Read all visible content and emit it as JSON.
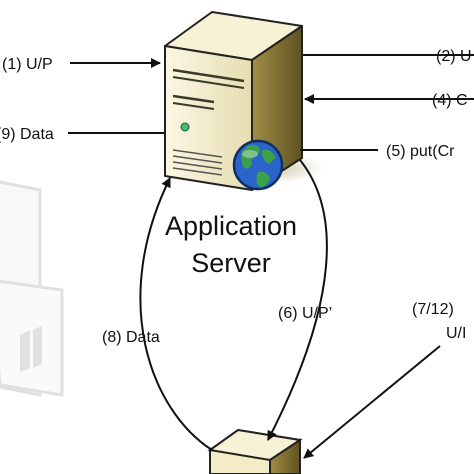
{
  "server": {
    "title_line1": "Application",
    "title_line2": "Server"
  },
  "labels": {
    "l1": "(1) U/P",
    "l2": "(2) U",
    "l4": "(4) C",
    "l9": "(9) Data",
    "l5": "(5) put(Cr",
    "l6": "(6) U/P’",
    "l8": "(8) Data",
    "l7_12": "(7/12)",
    "l_ui": "U/I"
  },
  "colors": {
    "server_body": "#f3ecc7",
    "server_side": "#8a7a3c",
    "globe_ocean": "#2a63c9",
    "globe_land": "#3aa14a"
  }
}
